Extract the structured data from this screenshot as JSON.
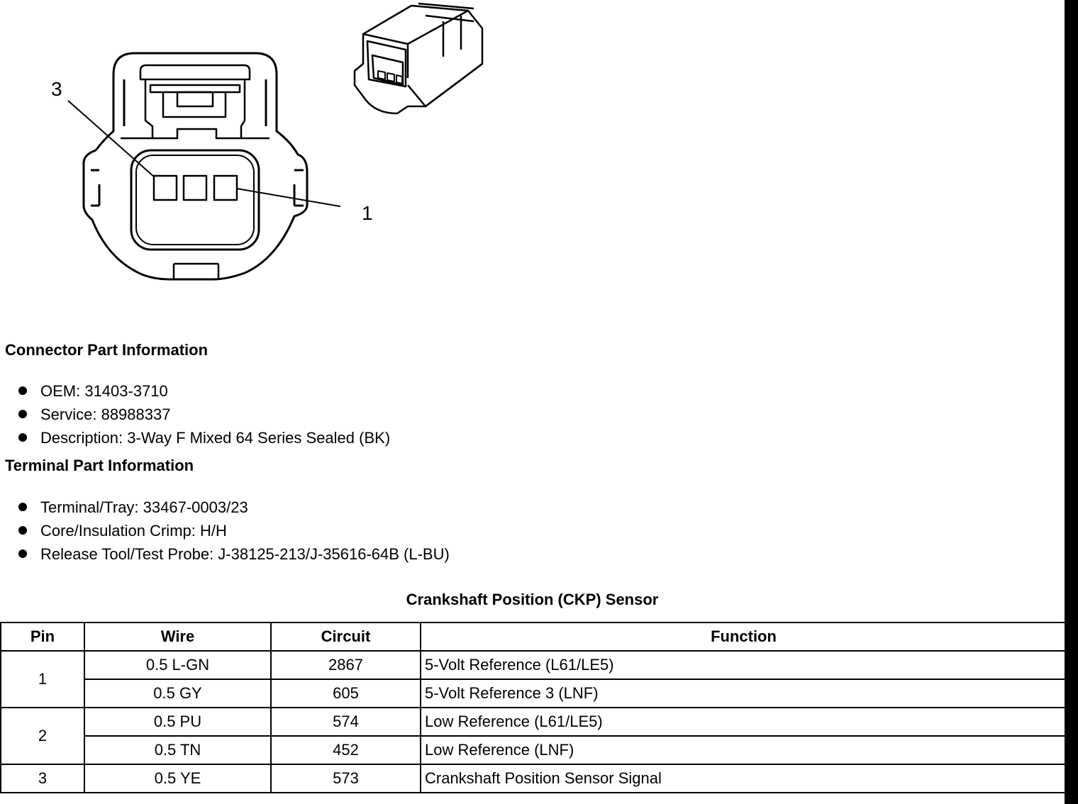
{
  "diagram": {
    "callout_left": "3",
    "callout_right": "1"
  },
  "connector_section": {
    "heading": "Connector Part Information",
    "items": [
      "OEM: 31403-3710",
      "Service: 88988337",
      "Description: 3-Way F Mixed 64 Series Sealed (BK)"
    ]
  },
  "terminal_section": {
    "heading": "Terminal Part Information",
    "items": [
      "Terminal/Tray: 33467-0003/23",
      "Core/Insulation Crimp: H/H",
      "Release Tool/Test Probe: J-38125-213/J-35616-64B (L-BU)"
    ]
  },
  "table": {
    "title": "Crankshaft Position (CKP) Sensor",
    "headers": {
      "pin": "Pin",
      "wire": "Wire",
      "circuit": "Circuit",
      "function": "Function"
    },
    "pins": [
      "1",
      "2",
      "3"
    ],
    "rows": [
      {
        "wire": "0.5 L-GN",
        "circuit": "2867",
        "function": "5-Volt Reference (L61/LE5)"
      },
      {
        "wire": "0.5 GY",
        "circuit": "605",
        "function": "5-Volt Reference 3 (LNF)"
      },
      {
        "wire": "0.5 PU",
        "circuit": "574",
        "function": "Low Reference (L61/LE5)"
      },
      {
        "wire": "0.5 TN",
        "circuit": "452",
        "function": "Low Reference (LNF)"
      },
      {
        "wire": "0.5 YE",
        "circuit": "573",
        "function": "Crankshaft Position Sensor Signal"
      }
    ]
  }
}
